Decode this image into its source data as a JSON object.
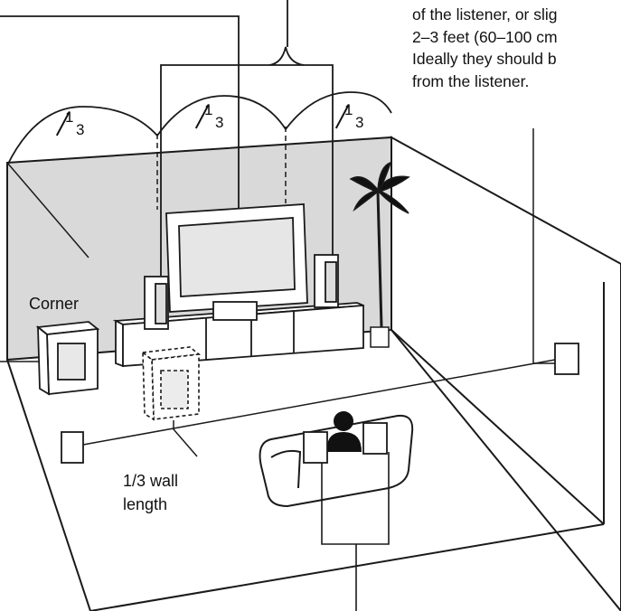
{
  "note_lines": [
    "of the listener, or slig",
    "2–3 feet (60–100 cm",
    "Ideally they should b",
    "from the listener."
  ],
  "labels": {
    "corner": "Corner",
    "third_wall_line1": "1/3 wall",
    "third_wall_line2": "length"
  },
  "fractions": [
    {
      "numerator": "1",
      "denominator": "3"
    },
    {
      "numerator": "1",
      "denominator": "3"
    },
    {
      "numerator": "1",
      "denominator": "3"
    }
  ],
  "colors": {
    "wall_gray": "#d9d9d9",
    "line": "#1a1a1a"
  }
}
